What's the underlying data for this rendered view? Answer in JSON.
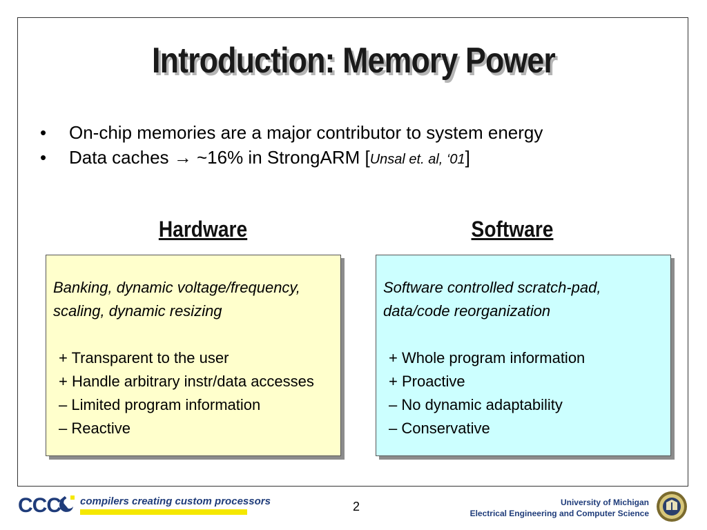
{
  "slide": {
    "title": "Introduction: Memory Power",
    "bullets": [
      {
        "marker": "•",
        "text": "On-chip memories are a major contributor to system energy"
      },
      {
        "marker": "•",
        "text": "Data caches ",
        "arrow": "→",
        "text2": " ~16% in StrongARM [",
        "ref": "Unsal et. al, ‘01",
        "close": "]"
      }
    ],
    "hardware": {
      "heading": "Hardware",
      "desc_lines": [
        "Banking, dynamic voltage/frequency,",
        "scaling, dynamic resizing"
      ],
      "points": [
        "+ Transparent to the user",
        "+ Handle arbitrary instr/data accesses",
        "– Limited program information",
        "– Reactive"
      ],
      "bg_color": "#ffffcc"
    },
    "software": {
      "heading": "Software",
      "desc_lines": [
        "Software controlled scratch-pad,",
        "data/code reorganization"
      ],
      "points": [
        "+ Whole program information",
        "+ Proactive",
        "– No dynamic adaptability",
        "– Conservative"
      ],
      "bg_color": "#ccffff"
    }
  },
  "footer": {
    "logo_text": "CCC",
    "logo_icon": "hammer-sickle-icon",
    "tagline": "compilers creating custom processors",
    "page_number": "2",
    "university": "University of Michigan",
    "department": "Electrical Engineering and Computer Science",
    "seal_icon": "university-seal-icon",
    "brand_color": "#1f3c7a",
    "accent_color": "#f5e800"
  }
}
